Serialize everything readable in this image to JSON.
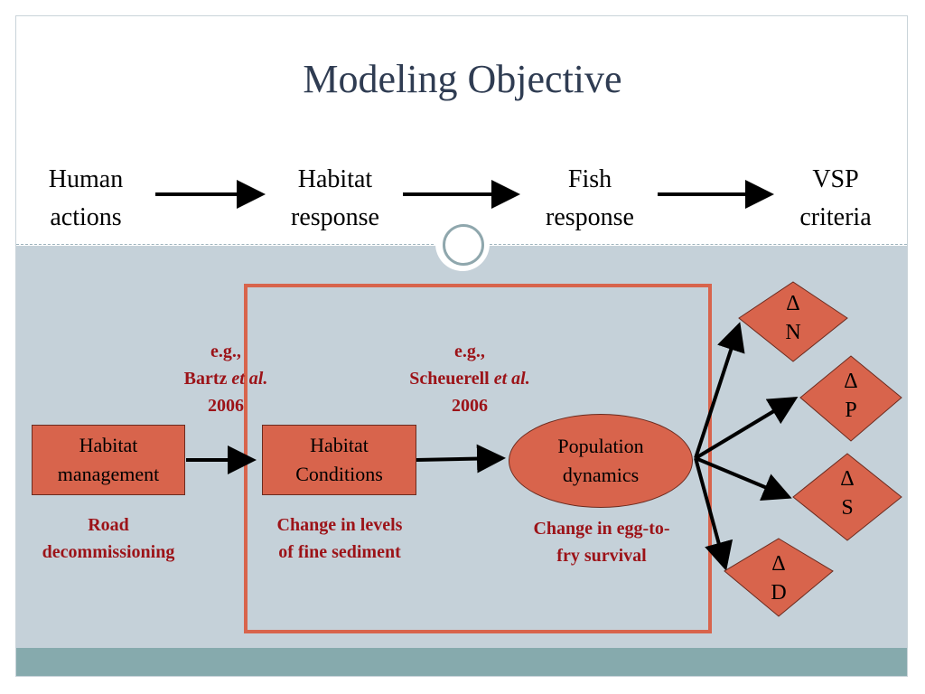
{
  "title": "Modeling Objective",
  "flow": [
    {
      "line1": "Human",
      "line2": "actions"
    },
    {
      "line1": "Habitat",
      "line2": "response"
    },
    {
      "line1": "Fish",
      "line2": "response"
    },
    {
      "line1": "VSP",
      "line2": "criteria"
    }
  ],
  "nodes": {
    "habitat_management": {
      "line1": "Habitat",
      "line2": "management"
    },
    "habitat_conditions": {
      "line1": "Habitat",
      "line2": "Conditions"
    },
    "population_dynamics": {
      "line1": "Population",
      "line2": "dynamics"
    }
  },
  "citations": [
    {
      "eg": "e.g.,",
      "author": "Bartz",
      "etal": "et al.",
      "year": "2006"
    },
    {
      "eg": "e.g.,",
      "author": "Scheuerell",
      "etal": "et al.",
      "year": "2006"
    }
  ],
  "captions": {
    "road": {
      "line1": "Road",
      "line2": "decommissioning"
    },
    "sediment": {
      "line1": "Change in levels",
      "line2": "of fine sediment"
    },
    "survival": {
      "line1": "Change in egg-to-",
      "line2": "fry survival"
    }
  },
  "vsp": [
    {
      "delta": "Δ",
      "letter": "N"
    },
    {
      "delta": "Δ",
      "letter": "P"
    },
    {
      "delta": "Δ",
      "letter": "S"
    },
    {
      "delta": "Δ",
      "letter": "D"
    }
  ],
  "colors": {
    "box_fill": "#d8644c",
    "highlight_border": "#d8644c",
    "caption_text": "#9c1318",
    "title_text": "#2f3c52"
  }
}
